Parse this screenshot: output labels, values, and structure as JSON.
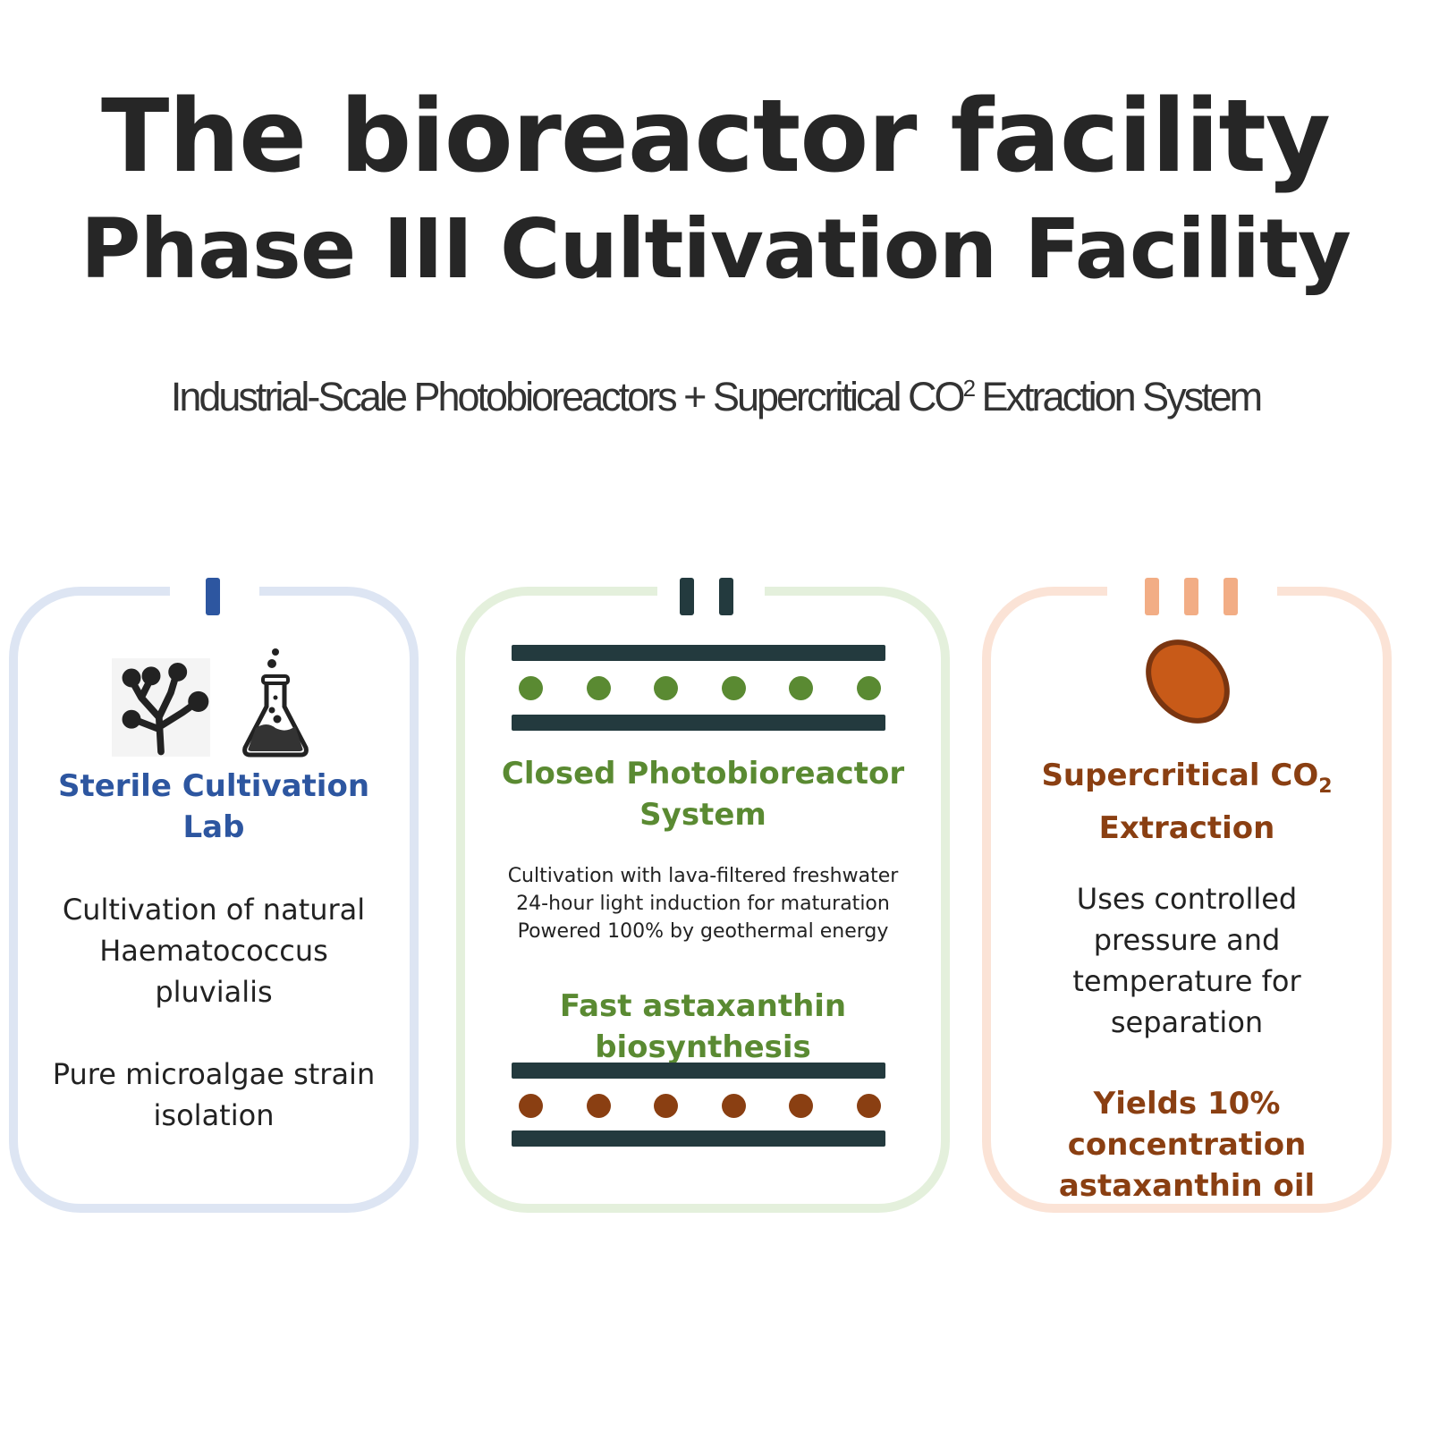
{
  "header": {
    "title_line1": "The bioreactor facility",
    "title_line2": "Phase III Cultivation Facility",
    "subtitle_main": "Industrial-Scale Photobioreactors + Supercritical CO",
    "subtitle_sup": "2",
    "subtitle_end": " Extraction System"
  },
  "colors": {
    "blue": "#2d56a0",
    "green": "#5a8a32",
    "brown": "#8a3f12",
    "dark": "#233a3e",
    "orange": "#c85a18"
  },
  "panels": [
    {
      "marker": "I",
      "icons": [
        "seaweed-icon",
        "flask-icon"
      ],
      "heading_line1": "Sterile Cultivation",
      "heading_line2": "Lab",
      "text1": [
        "Cultivation of natural",
        "Haematococcus",
        "pluvialis"
      ],
      "text2": [
        "Pure microalgae strain",
        "isolation"
      ]
    },
    {
      "marker": "II",
      "heading_line1": "Closed Photobioreactor",
      "heading_line2": "System",
      "details": [
        "Cultivation with lava-filtered freshwater",
        "24-hour light induction for maturation",
        "Powered 100% by geothermal energy"
      ],
      "highlight_line1": "Fast astaxanthin",
      "highlight_line2": "biosynthesis"
    },
    {
      "marker": "III",
      "icons": [
        "oil-drop-icon"
      ],
      "heading_line1": "Supercritical CO",
      "heading_sub": "2",
      "heading_line2": "Extraction",
      "text1": [
        "Uses controlled",
        "pressure and",
        "temperature for",
        "separation"
      ],
      "highlight": [
        "Yields 10%",
        "concentration",
        "astaxanthin oil"
      ]
    }
  ]
}
